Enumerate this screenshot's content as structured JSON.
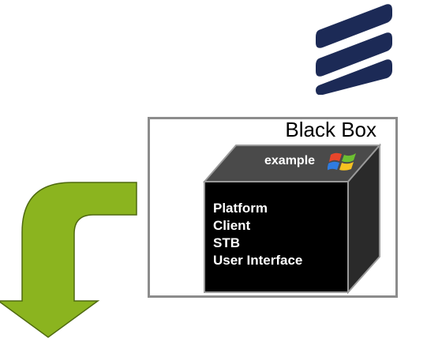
{
  "diagram": {
    "box_title": "Black Box",
    "box_top_label": "example",
    "box_lines": [
      "Platform",
      "Client",
      "STB",
      "User Interface"
    ]
  },
  "icons": {
    "logo": "ericsson-logo-icon",
    "flag": "windows-flag-icon",
    "arrow": "curved-down-arrow-icon"
  },
  "colors": {
    "logo": "#1c2a56",
    "arrow_fill": "#8bb41f",
    "arrow_stroke": "#4f6a10",
    "cube_front": "#000000",
    "cube_top": "#4a4a4a",
    "cube_side": "#2a2a2a",
    "frame_border": "#8c8c8c"
  }
}
